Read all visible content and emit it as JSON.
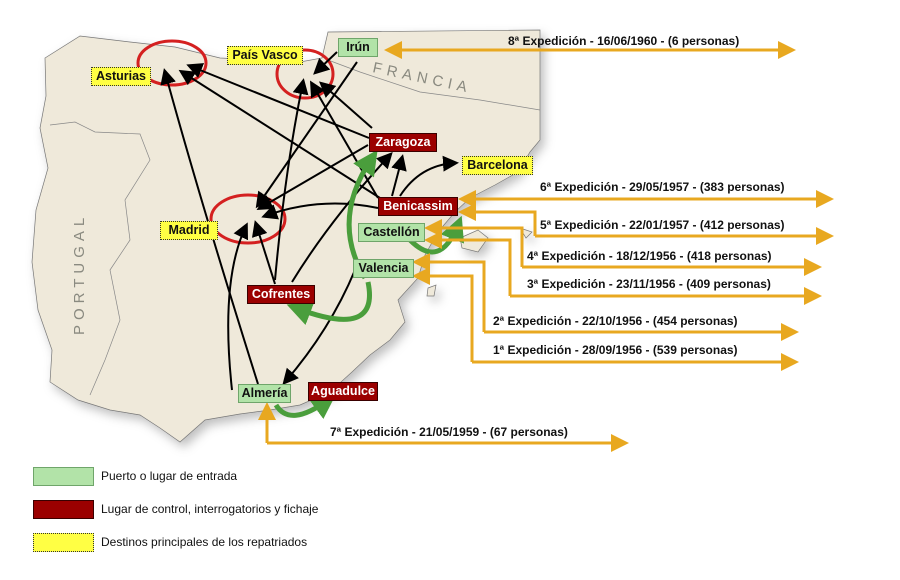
{
  "map": {
    "countries": {
      "france": "FRANCIA",
      "portugal": "PORTUGAL"
    },
    "places": {
      "irun": "Irún",
      "pais_vasco": "País Vasco",
      "asturias": "Asturias",
      "zaragoza": "Zaragoza",
      "barcelona": "Barcelona",
      "benicassim": "Benicassim",
      "castellon": "Castellón",
      "valencia": "Valencia",
      "madrid": "Madrid",
      "cofrentes": "Cofrentes",
      "almeria": "Almería",
      "aguadulce": "Aguadulce"
    },
    "expeditions": [
      "8ª Expedición - 16/06/1960 - (6 personas)",
      "6ª Expedición - 29/05/1957 - (383 personas)",
      "5ª Expedición - 22/01/1957 - (412 personas)",
      "4ª Expedición - 18/12/1956 - (418 personas)",
      "3ª Expedición - 23/11/1956 - (409 personas)",
      "2ª Expedición - 22/10/1956 - (454 personas)",
      "1ª Expedición - 28/09/1956 - (539 personas)",
      "7ª Expedición - 21/05/1959 - (67 personas)"
    ]
  },
  "legend": [
    {
      "label": "Puerto o lugar de entrada",
      "color": "#b2e3a8"
    },
    {
      "label": "Lugar de control, interrogatorios y fichaje",
      "color": "#9b0000"
    },
    {
      "label": "Destinos principales de los repatriados",
      "color": "#ffff44"
    }
  ],
  "colors": {
    "land": "#efe9da",
    "expedition_arrow": "#e8a820",
    "route_arrow": "#000000",
    "transfer_arrow": "#4a9e3c",
    "region_circle": "#d42020"
  }
}
